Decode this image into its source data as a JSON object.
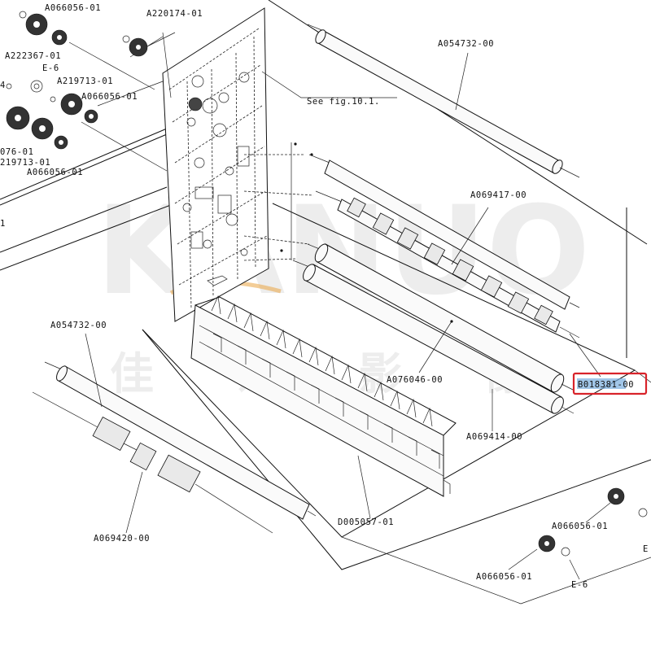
{
  "watermark": {
    "latin": "KANUO",
    "cjk": "佳 诺 影 像"
  },
  "callout": "See fig.10.1.",
  "labels": {
    "tl_a066056_01": "A066056-01",
    "tl_a220174_01": "A220174-01",
    "tl_a222367_01": "A222367-01",
    "tl_e6": "E-6",
    "tl_4": "4",
    "tl_a219713_01_a": "A219713-01",
    "tl_a066056_01_b": "A066056-01",
    "tl_076_01": "076-01",
    "tl_219713_01": "219713-01",
    "tl_a066056_01_c": "A066056-01",
    "tl_1": "1",
    "tr_a054732_00": "A054732-00",
    "a069417_00": "A069417-00",
    "b018381_00": "B018381-00",
    "a076046_00": "A076046-00",
    "a069414_00": "A069414-00",
    "a054732_00_l": "A054732-00",
    "d005057_01": "D005057-01",
    "a069420_00": "A069420-00",
    "br_a066056_01_a": "A066056-01",
    "br_a066056_01_b": "A066056-01",
    "br_e6": "E-6",
    "br_e": "E"
  },
  "highlight": {
    "label": "b018381_00",
    "color": "#d8232a"
  }
}
